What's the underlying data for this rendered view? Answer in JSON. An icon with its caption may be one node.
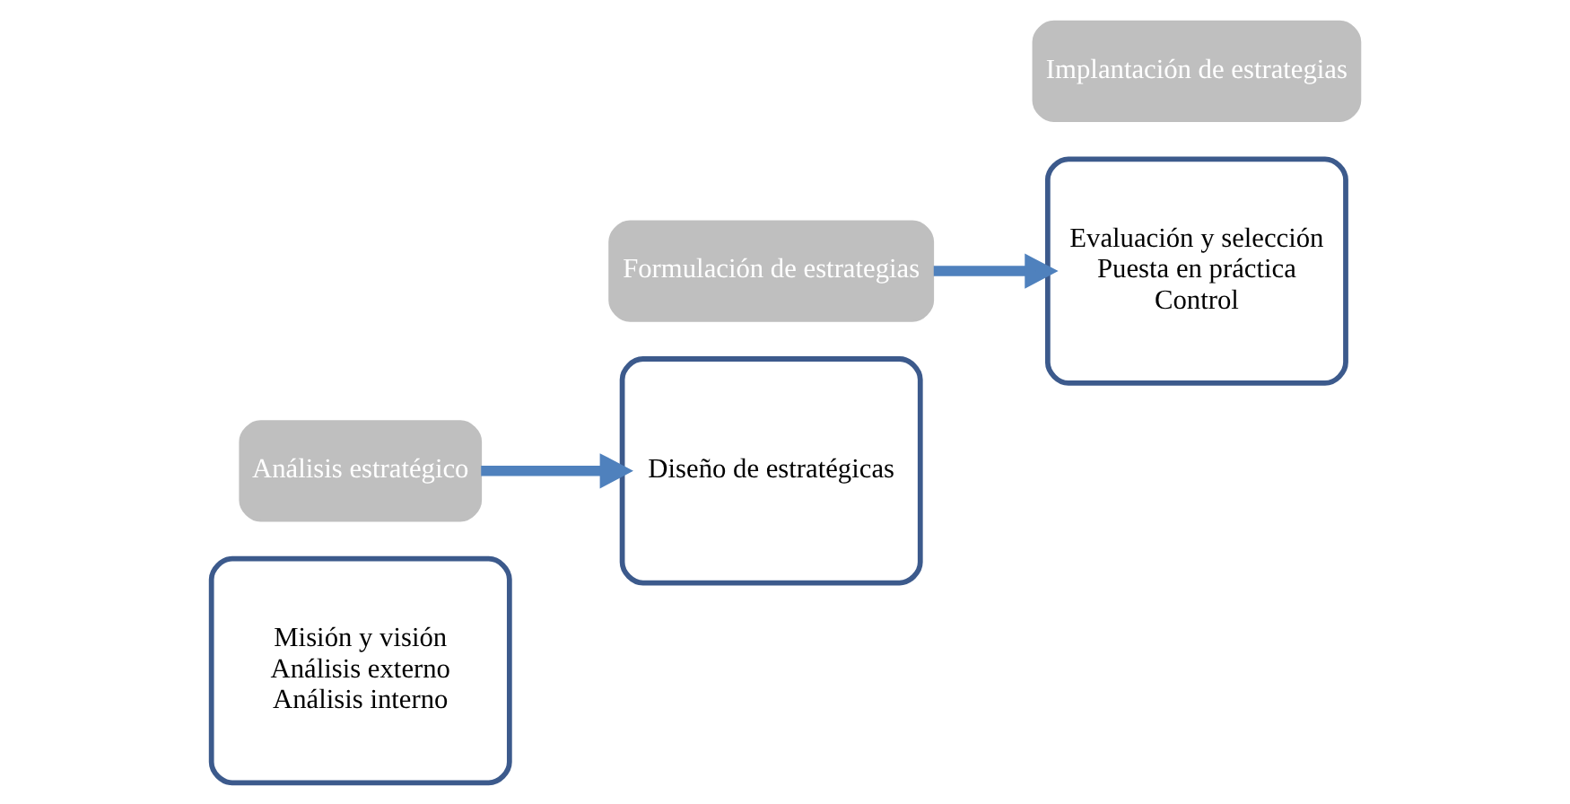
{
  "diagram": {
    "nodes": [
      {
        "text": [
          "Misión y visión",
          "Análisis externo",
          "Análisis interno"
        ]
      },
      {
        "text": [
          "Análisis estratégico"
        ]
      },
      {
        "text": [
          "Formulación de estrategias"
        ]
      },
      {
        "text": [
          "Diseño de estratégicas"
        ]
      },
      {
        "text": [
          "Evaluación y selección",
          "Puesta en práctica",
          "Control"
        ]
      },
      {
        "text": [
          "Implantación de estrategias"
        ]
      }
    ],
    "edges": [
      {
        "from": 1,
        "to": 3,
        "arrow": "to"
      },
      {
        "from": 2,
        "to": 4,
        "arrow": "to"
      }
    ]
  }
}
